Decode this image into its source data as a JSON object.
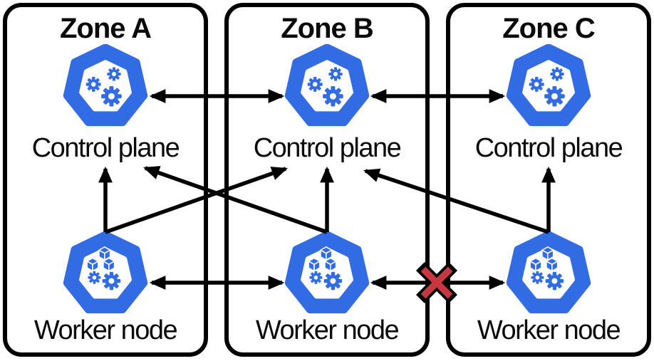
{
  "diagram": {
    "description": "Three-zone Kubernetes cluster topology with control planes and worker nodes; worker connectivity between Zone B and Zone C is broken",
    "colors": {
      "node": "#326CE5",
      "line": "#000000",
      "broken": "#C63740",
      "background": "#FFFFFF"
    },
    "zones": [
      {
        "label": "Zone A",
        "control_plane": {
          "label": "Control plane"
        },
        "worker_node": {
          "label": "Worker node"
        }
      },
      {
        "label": "Zone B",
        "control_plane": {
          "label": "Control plane"
        },
        "worker_node": {
          "label": "Worker node"
        }
      },
      {
        "label": "Zone C",
        "control_plane": {
          "label": "Control plane"
        },
        "worker_node": {
          "label": "Worker node"
        }
      }
    ],
    "connections": {
      "control_plane_peering": [
        {
          "from": "Zone A control plane",
          "to": "Zone B control plane",
          "bidirectional": true,
          "broken": false
        },
        {
          "from": "Zone B control plane",
          "to": "Zone C control plane",
          "bidirectional": true,
          "broken": false
        }
      ],
      "worker_peering": [
        {
          "from": "Zone A worker node",
          "to": "Zone B worker node",
          "bidirectional": true,
          "broken": false
        },
        {
          "from": "Zone B worker node",
          "to": "Zone C worker node",
          "bidirectional": true,
          "broken": true
        }
      ],
      "worker_to_control_plane": [
        {
          "from": "Zone A worker node",
          "to": "Zone A control plane"
        },
        {
          "from": "Zone A worker node",
          "to": "Zone B control plane"
        },
        {
          "from": "Zone B worker node",
          "to": "Zone A control plane"
        },
        {
          "from": "Zone B worker node",
          "to": "Zone B control plane"
        },
        {
          "from": "Zone C worker node",
          "to": "Zone B control plane"
        },
        {
          "from": "Zone C worker node",
          "to": "Zone C control plane"
        }
      ]
    }
  }
}
